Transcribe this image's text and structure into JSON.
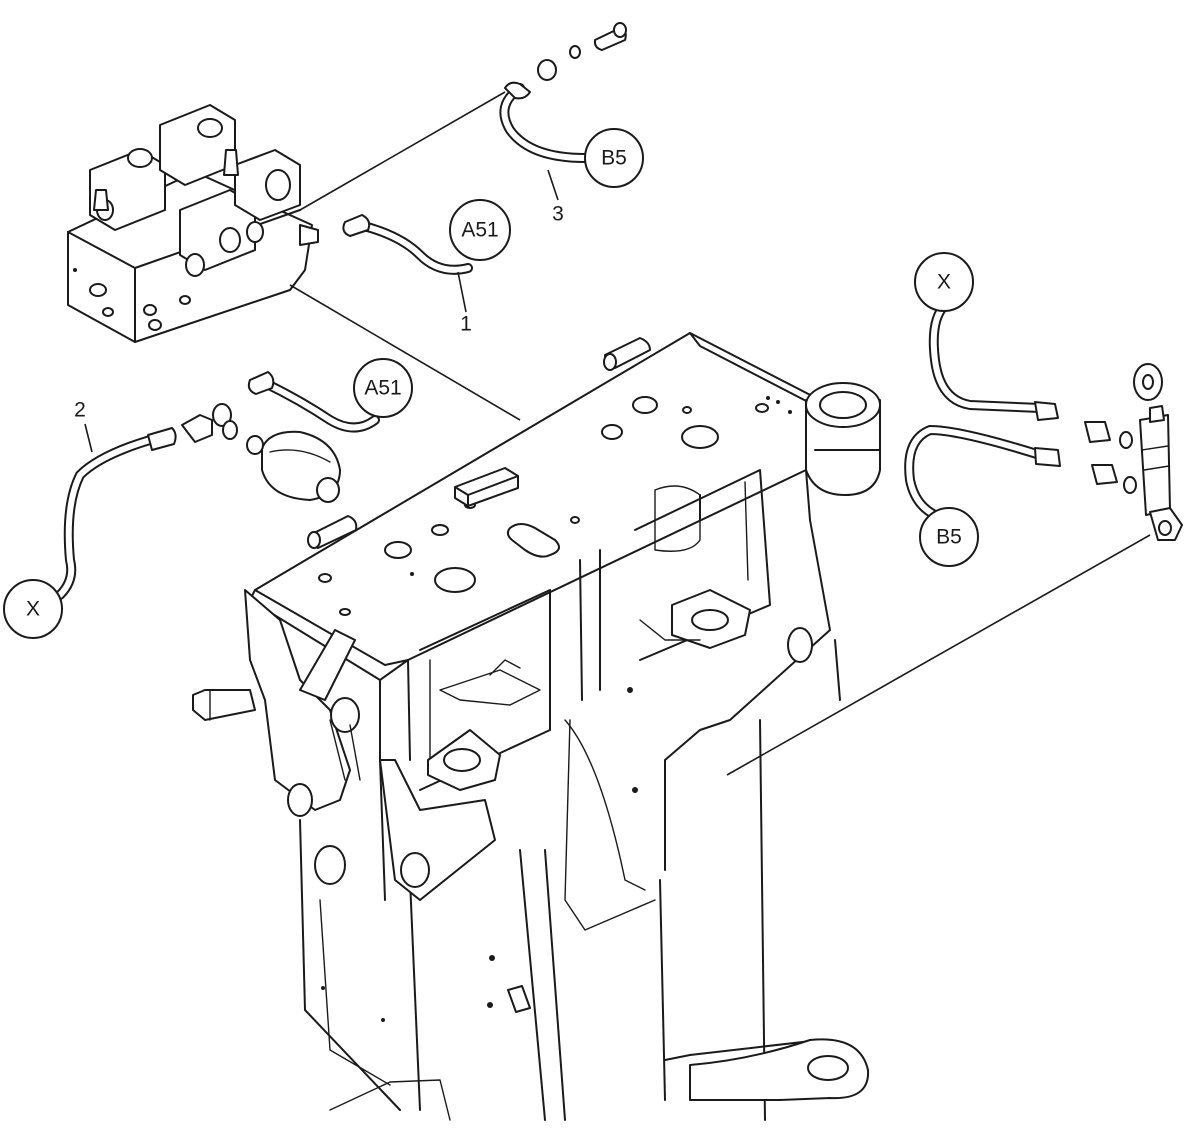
{
  "callouts": {
    "a51_upper": "A51",
    "b5_upper": "B5",
    "a51_lower": "A51",
    "x_right": "X",
    "b5_right": "B5",
    "x_left": "X"
  },
  "item_numbers": {
    "item_1": "1",
    "item_2": "2",
    "item_3": "3"
  }
}
